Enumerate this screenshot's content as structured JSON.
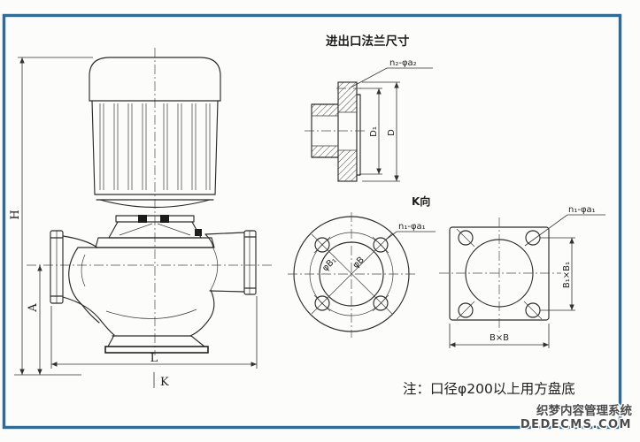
{
  "page": {
    "background": "#fcfcfa",
    "border_color": "#2e6b95",
    "line_color": "#2b2b2b"
  },
  "pump_view": {
    "dim_h": "H",
    "dim_a": "A",
    "dim_l": "L",
    "dim_k": "K"
  },
  "flange_section": {
    "title": "进出口法兰尺寸",
    "bolt_label": "n₂-φa₂",
    "dim_d1": "D₁",
    "dim_d": "D"
  },
  "k_view": {
    "title": "K向",
    "bolt_label": "n₁-φa₁",
    "dim_b1": "φB₁",
    "dim_b": "φB"
  },
  "square_base": {
    "bolt_label": "n₁-φa₁",
    "dim_b1b1": "B₁×B₁",
    "dim_bb": "B×B"
  },
  "note": {
    "text": "注：口径φ200以上用方盘底"
  },
  "watermark": {
    "line1": "织梦内容管理系统",
    "line2": "DEDECMS.COM"
  }
}
